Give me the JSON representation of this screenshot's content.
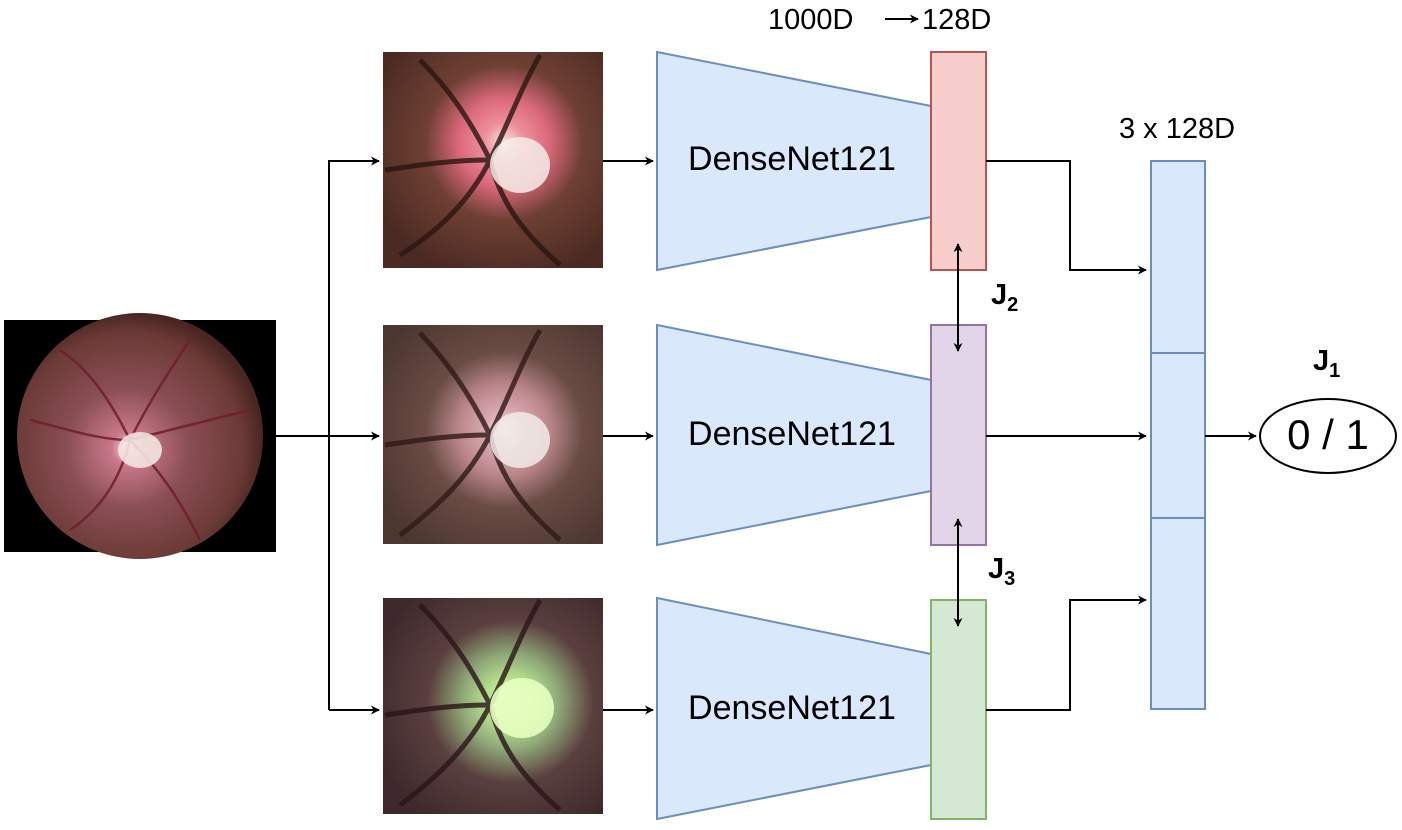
{
  "header": {
    "dim_from": "1000D",
    "dim_to": "128D"
  },
  "concat_label": "3 x 128D",
  "encoders": [
    {
      "label": "DenseNet121"
    },
    {
      "label": "DenseNet121"
    },
    {
      "label": "DenseNet121"
    }
  ],
  "losses": {
    "j2": {
      "base": "J",
      "sub": "2"
    },
    "j3": {
      "base": "J",
      "sub": "3"
    },
    "j1": {
      "base": "J",
      "sub": "1"
    }
  },
  "output_label": "0 / 1",
  "colors": {
    "encoder_fill": "#dae8fc",
    "encoder_stroke": "#6c8ebf",
    "embed_red_fill": "#f8cecc",
    "embed_red_stroke": "#b85450",
    "embed_purple_fill": "#e1d5e7",
    "embed_purple_stroke": "#9673a6",
    "embed_green_fill": "#d5e8d4",
    "embed_green_stroke": "#82b366"
  },
  "images": [
    {
      "name": "fundus-full-image"
    },
    {
      "name": "optic-disc-crop-red-image"
    },
    {
      "name": "optic-disc-crop-original-image"
    },
    {
      "name": "optic-disc-crop-green-image"
    }
  ]
}
